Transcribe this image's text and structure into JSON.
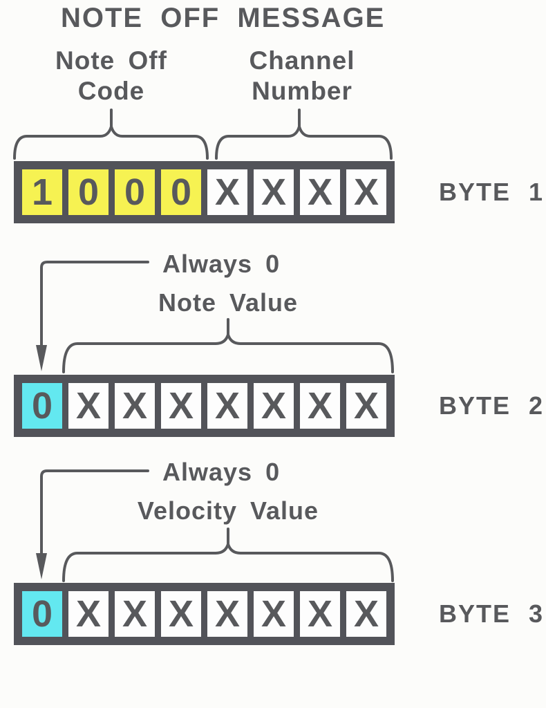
{
  "title": "NOTE OFF MESSAGE",
  "colors": {
    "ink": "#58595c",
    "frame": "#525359",
    "highlight_yellow": "#f6f252",
    "highlight_cyan": "#63e8f0",
    "cell_white": "#fdfdfd",
    "background": "#fcfcfa"
  },
  "byte1": {
    "left_group": {
      "line1": "Note Off",
      "line2": "Code"
    },
    "right_group": {
      "line1": "Channel",
      "line2": "Number"
    },
    "cells": [
      "1",
      "0",
      "0",
      "0",
      "X",
      "X",
      "X",
      "X"
    ],
    "label": "BYTE 1"
  },
  "byte2": {
    "annotation": "Always 0",
    "group_label": "Note Value",
    "cells": [
      "0",
      "X",
      "X",
      "X",
      "X",
      "X",
      "X",
      "X"
    ],
    "label": "BYTE 2"
  },
  "byte3": {
    "annotation": "Always 0",
    "group_label": "Velocity Value",
    "cells": [
      "0",
      "X",
      "X",
      "X",
      "X",
      "X",
      "X",
      "X"
    ],
    "label": "BYTE 3"
  }
}
